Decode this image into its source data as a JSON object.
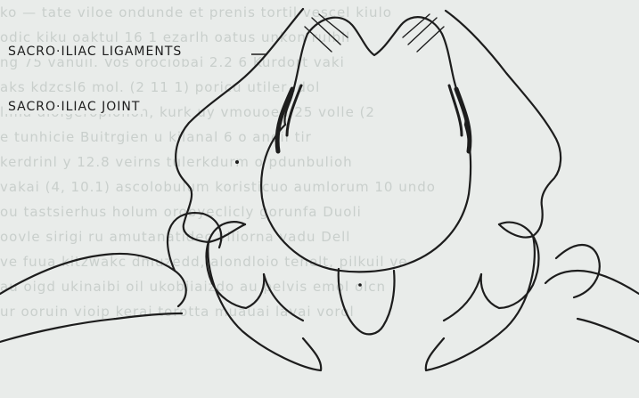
{
  "labels": {
    "ligaments": "SACRO·ILIAC LIGAMENTS",
    "joint": "SACRO·ILIAC JOINT"
  },
  "colors": {
    "background": "#e9ecea",
    "ink": "#1d1d1d",
    "show_through": "#c9cfcc"
  },
  "background_text_lines": [
    "ko — tate viloe ondunde et prenis tortil vescel kiulo",
    "odic kiku oaktul 16 1 ezarlh oatus unkon ruibil",
    "ng 75 vanuil. Vos orociobai 2.2 6 Kurdort vaki",
    "aks kdzcsl6 mol. (2 11 1) poricu utiler idol",
    "lima alolgeropionon, kurk uy vmouoen 25 volle (2",
    "e tunhicie Buitrgien u kilanal 6 o andil tir",
    "kerdrinl y 12.8 veirns tulerkdurm o pdunbulioh",
    "vakai (4, 10.1) ascolobulum koristicuo aumlorum 10 undo",
    "ou tastsierhus holum orobyeclicly gorunfa Duoli",
    "oovle sirigi ru amutanatidec viliorna vadu Dell",
    "ve fuua kitzwakc dmuzedd, alondloio tenelt, pilkuil ve",
    "au oigd ukinaibi oil ukobiiaizdo au pelvis emol olcn",
    "ur ooruin vioip kerai torotta muauai lavai vorol"
  ]
}
